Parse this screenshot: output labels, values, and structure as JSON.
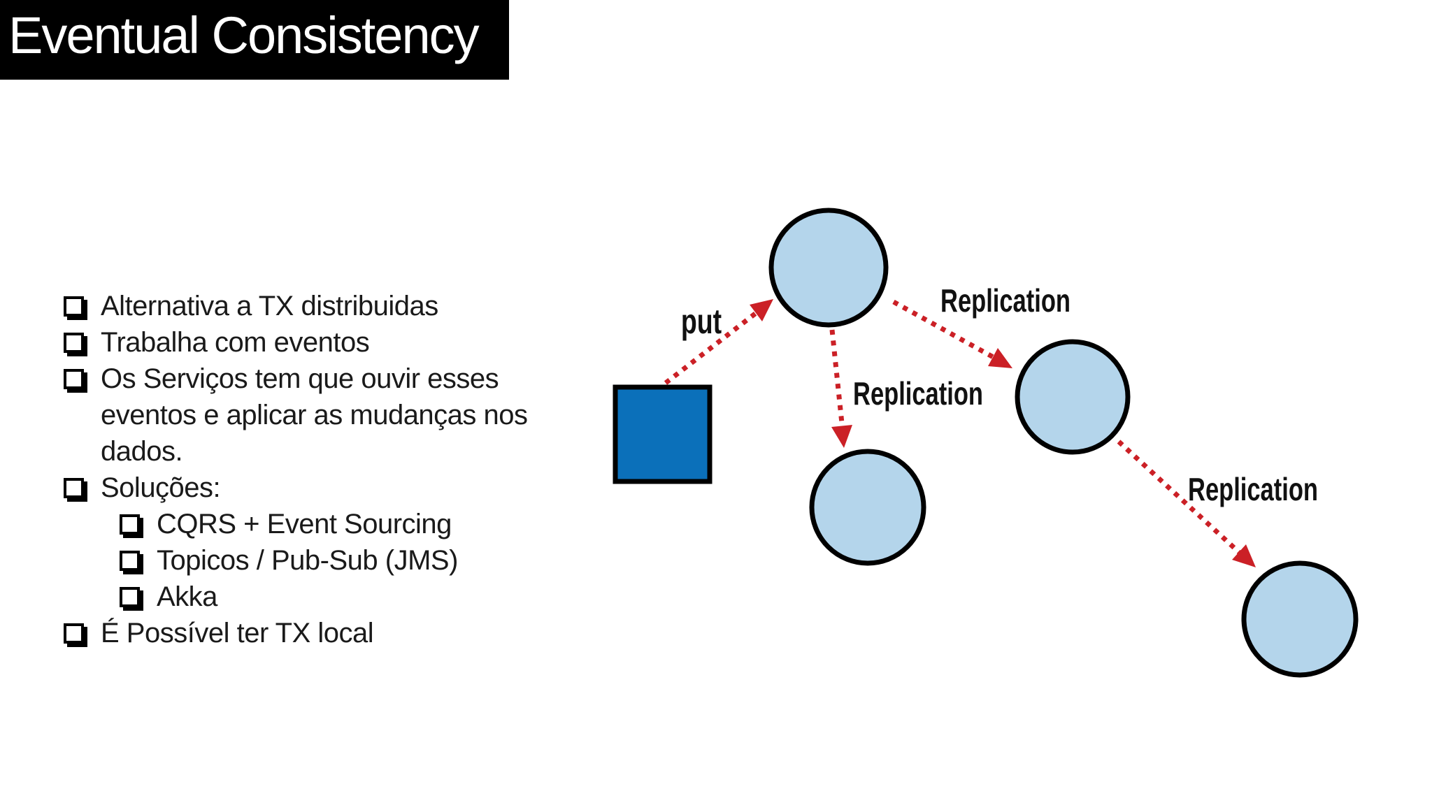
{
  "slide": {
    "title": "Eventual Consistency",
    "colors": {
      "title_bar_bg": "#000000",
      "title_text": "#ffffff",
      "background": "#ffffff",
      "body_text": "#1a1a1a"
    }
  },
  "bullet_list": {
    "items": [
      {
        "level": 1,
        "text": "Alternativa a TX distribuidas"
      },
      {
        "level": 1,
        "text": "Trabalha com eventos"
      },
      {
        "level": 1,
        "text": "Os Serviços tem que ouvir esses eventos e aplicar as mudanças nos dados."
      },
      {
        "level": 1,
        "text": "Soluções:"
      },
      {
        "level": 2,
        "text": "CQRS + Event Sourcing"
      },
      {
        "level": 2,
        "text": "Topicos / Pub-Sub (JMS)"
      },
      {
        "level": 2,
        "text": "Akka"
      },
      {
        "level": 1,
        "text": "É Possível ter TX local"
      }
    ]
  },
  "diagram": {
    "put_label": "put",
    "replication_label_top": "Replication",
    "replication_label_middle": "Replication",
    "replication_label_bottom": "Replication",
    "colors": {
      "client_square_fill": "#0B70BA",
      "replica_circle_fill": "#B4D5EB",
      "node_stroke": "#000000",
      "arrow_red": "#CB2026",
      "label_text": "#111111"
    }
  }
}
